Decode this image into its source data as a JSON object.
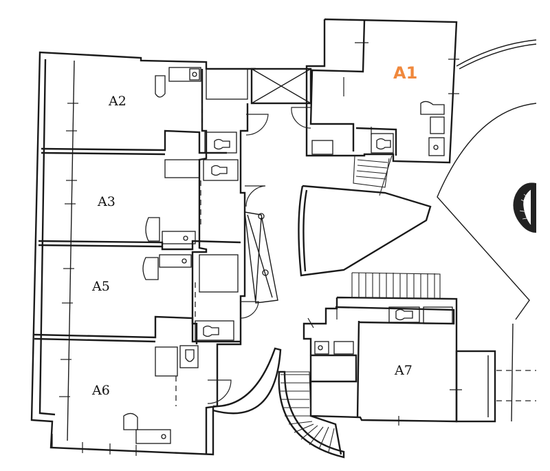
{
  "units": [
    {
      "id": "a1",
      "label": "A1",
      "highlighted": true
    },
    {
      "id": "a2",
      "label": "A2",
      "highlighted": false
    },
    {
      "id": "a3",
      "label": "A3",
      "highlighted": false
    },
    {
      "id": "a5",
      "label": "A5",
      "highlighted": false
    },
    {
      "id": "a6",
      "label": "A6",
      "highlighted": false
    },
    {
      "id": "a7",
      "label": "A7",
      "highlighted": false
    }
  ],
  "colors": {
    "highlight": "#F0883C",
    "line": "#1a1a1a",
    "background": "#ffffff"
  }
}
